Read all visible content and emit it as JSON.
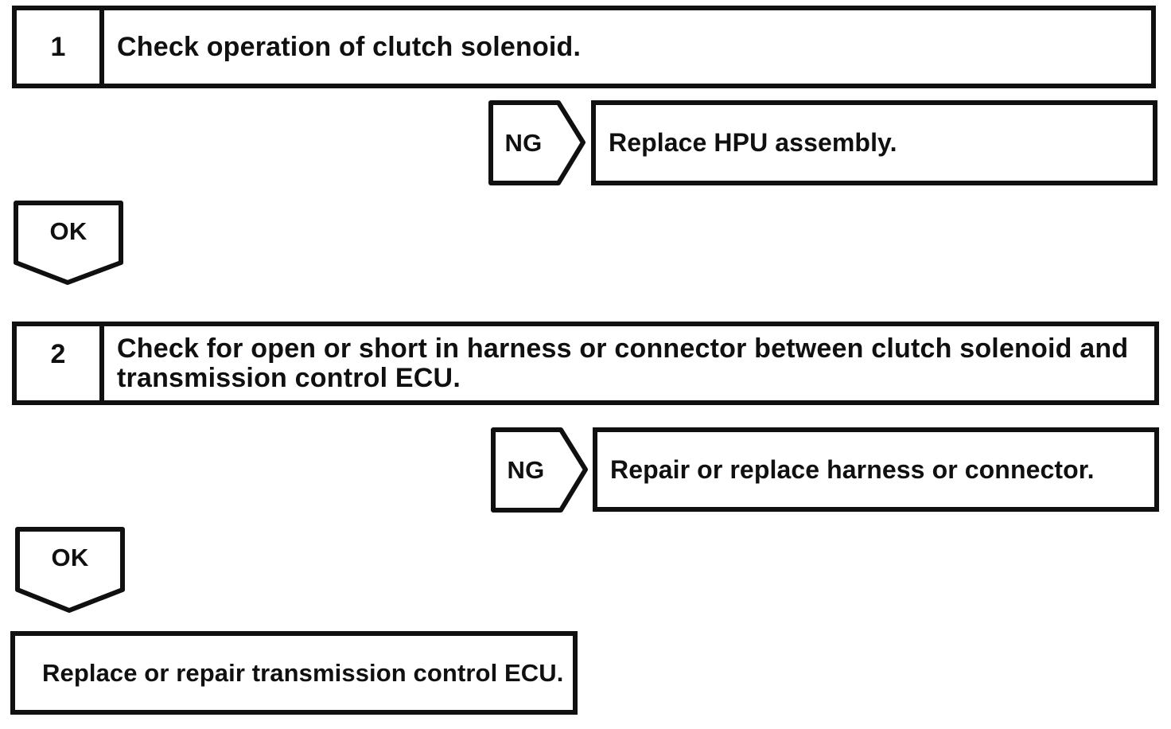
{
  "colors": {
    "ink": "#101010",
    "paper": "#ffffff"
  },
  "flowchart": {
    "steps": [
      {
        "number": "1",
        "instruction": "Check operation of clutch solenoid.",
        "ng_label": "NG",
        "ng_action": "Replace HPU assembly.",
        "ok_label": "OK"
      },
      {
        "number": "2",
        "instruction": "Check for open or short in harness or connector between clutch solenoid and transmission control ECU.",
        "ng_label": "NG",
        "ng_action": "Repair or replace harness or connector.",
        "ok_label": "OK"
      }
    ],
    "final_action": "Replace or repair transmission control ECU."
  }
}
